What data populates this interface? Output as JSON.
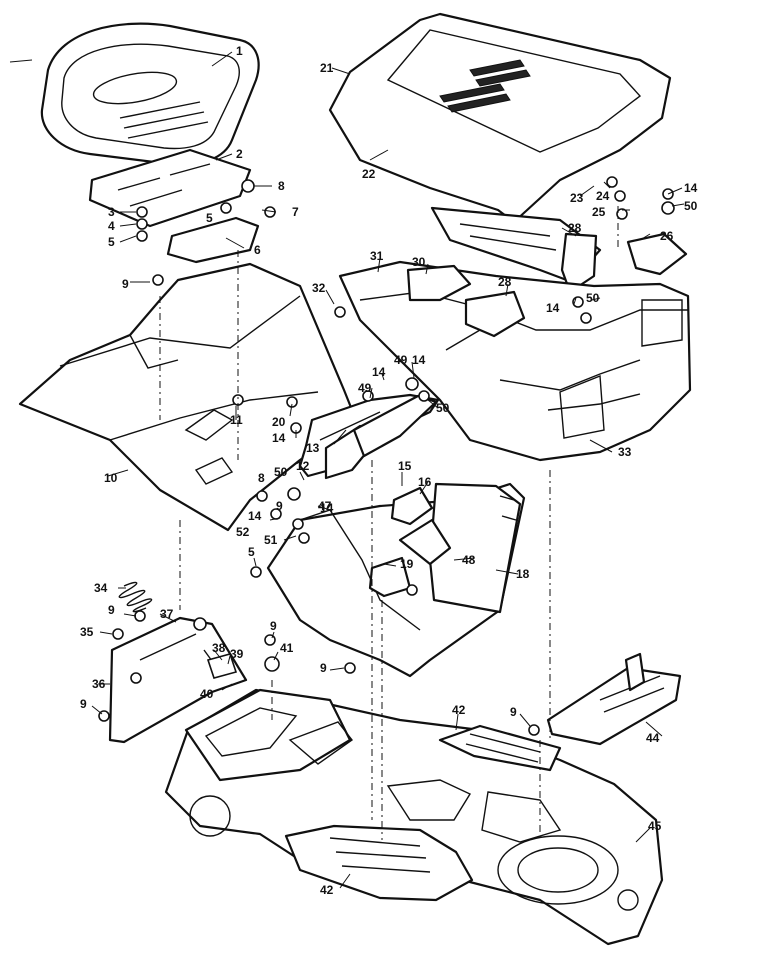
{
  "figure": {
    "callouts": [
      "1",
      "2",
      "3",
      "4",
      "5",
      "5",
      "5",
      "6",
      "7",
      "8",
      "8",
      "9",
      "9",
      "9",
      "9",
      "9",
      "9",
      "9",
      "10",
      "11",
      "12",
      "13",
      "14",
      "14",
      "14",
      "14",
      "14",
      "14",
      "14",
      "15",
      "16",
      "18",
      "19",
      "20",
      "21",
      "22",
      "23",
      "24",
      "25",
      "26",
      "28",
      "28",
      "30",
      "31",
      "32",
      "33",
      "34",
      "35",
      "36",
      "37",
      "38",
      "39",
      "40",
      "41",
      "42",
      "42",
      "44",
      "45",
      "47",
      "48",
      "49",
      "49",
      "50",
      "50",
      "50",
      "50",
      "51",
      "52"
    ]
  }
}
